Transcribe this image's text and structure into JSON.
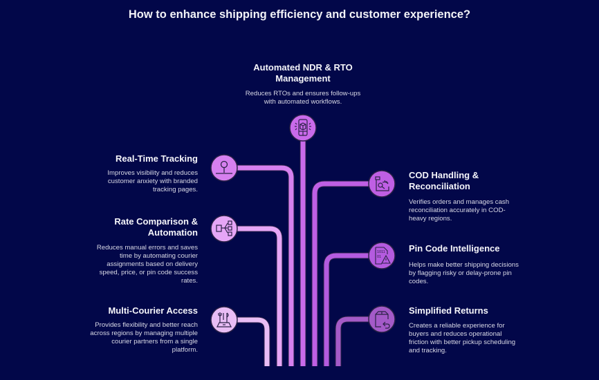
{
  "title": "How to enhance shipping efficiency and customer experience?",
  "colors": {
    "background": "#020749",
    "outline": "#2a2146",
    "tracking": "#DE90F0",
    "rate": "#E6A6F6",
    "multi": "#E9BDF5",
    "ndr": "#C96AEA",
    "cod": "#BF5FE4",
    "pin": "#B45BDF",
    "returns": "#A45AC8"
  },
  "items": {
    "ndr": {
      "title": "Automated NDR & RTO Management",
      "description": "Reduces RTOs and ensures follow-ups with automated workflows.",
      "icon": "mobile-package-icon"
    },
    "tracking": {
      "title": "Real-Time Tracking",
      "description": "Improves visibility and reduces customer anxiety with branded tracking pages.",
      "icon": "location-pin-icon"
    },
    "rate": {
      "title": "Rate Comparison & Automation",
      "description": "Reduces manual errors and saves time by automating courier assignments based on delivery speed, price, or pin code success rates.",
      "icon": "flow-distribution-icon"
    },
    "multi": {
      "title": "Multi-Courier Access",
      "description": "Provides flexibility and better reach across regions by managing multiple courier partners from a single platform.",
      "icon": "router-icon"
    },
    "cod": {
      "title": "COD Handling & Reconciliation",
      "description": "Verifies orders and manages cash reconciliation accurately in COD-heavy regions.",
      "icon": "cash-register-icon"
    },
    "pin": {
      "title": "Pin Code Intelligence",
      "description": "Helps make better shipping decisions by flagging risky or delay-prone pin codes.",
      "icon": "data-warning-icon"
    },
    "returns": {
      "title": "Simplified Returns",
      "description": "Creates a reliable experience for buyers and reduces operational friction with better pickup scheduling and tracking.",
      "icon": "package-return-icon"
    }
  }
}
